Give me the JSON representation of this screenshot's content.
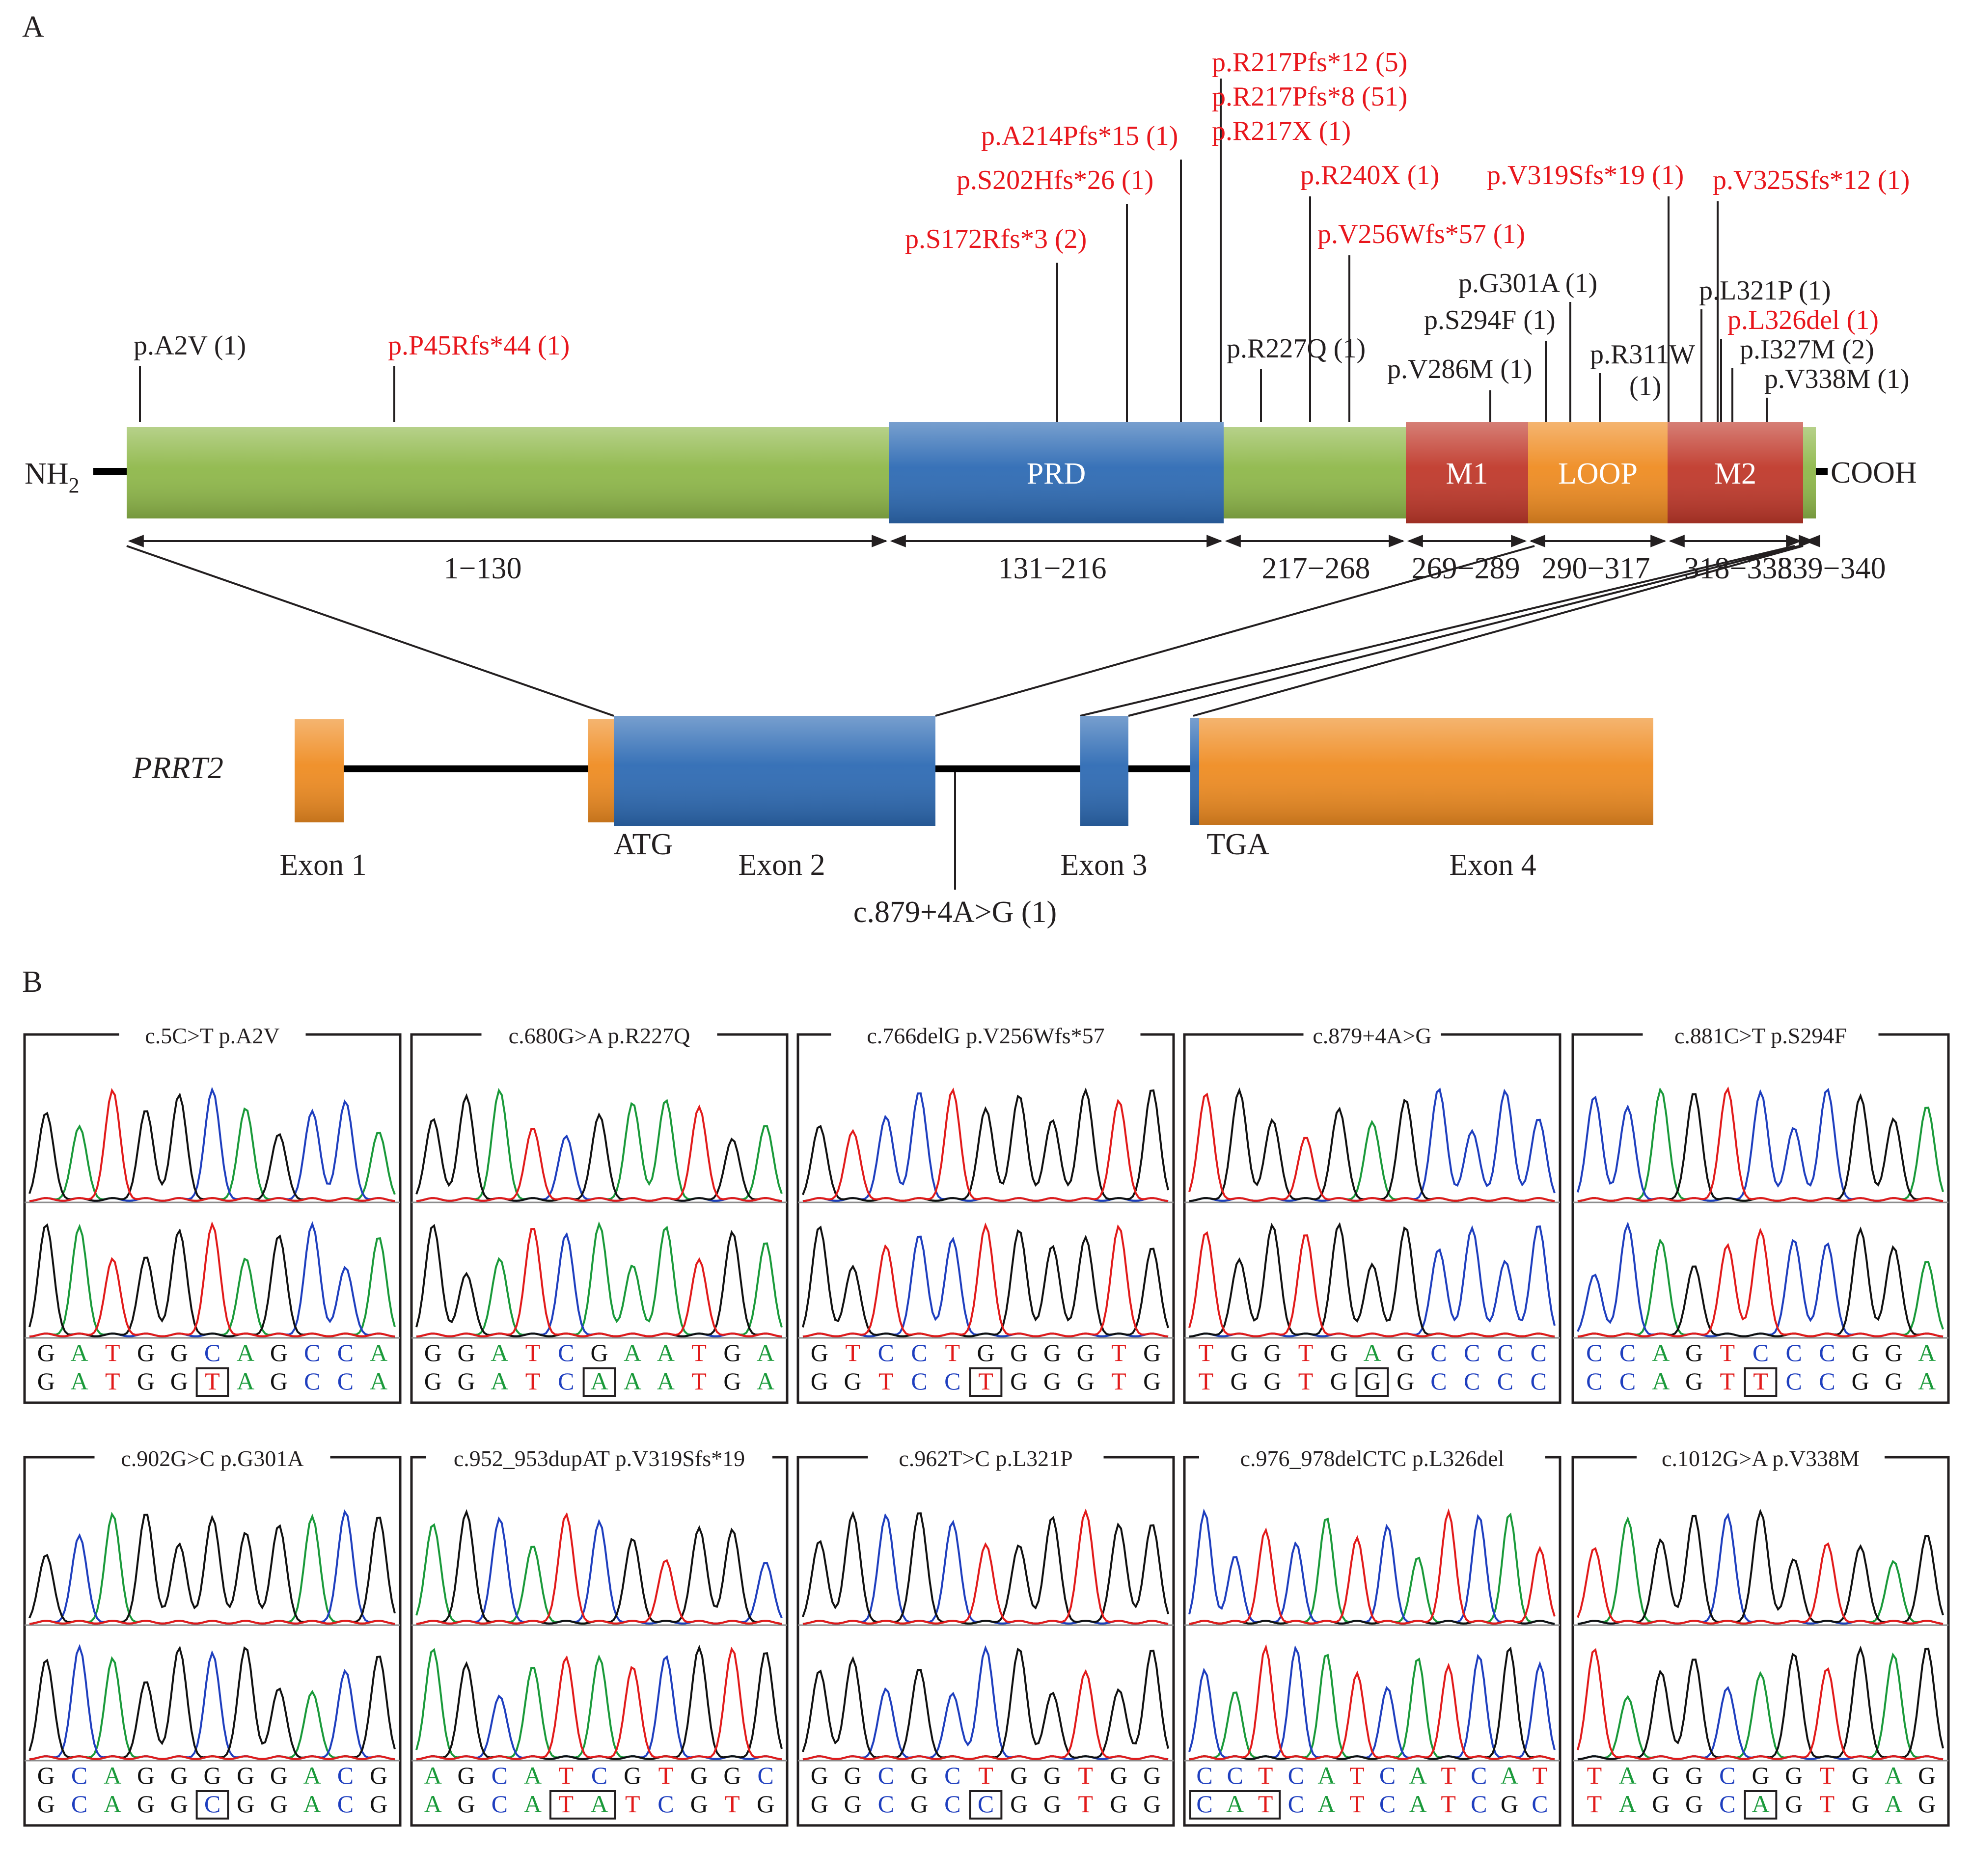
{
  "panel_labels": {
    "a": "A",
    "b": "B"
  },
  "termini": {
    "n_prefix": "NH",
    "n_sub": "2",
    "c": "COOH"
  },
  "domains": [
    {
      "label": "",
      "range": "1−130",
      "color": "#8fb84a"
    },
    {
      "label": "PRD",
      "range": "131−216",
      "color": "#2e6bb4"
    },
    {
      "label": "",
      "range": "217−268",
      "color": "#8fb84a"
    },
    {
      "label": "M1",
      "range": "269−289",
      "color": "#c0392b"
    },
    {
      "label": "LOOP",
      "range": "290−317",
      "color": "#ef8c22"
    },
    {
      "label": "M2",
      "range": "318−338",
      "color": "#c0392b"
    },
    {
      "label": "",
      "range": "339−340",
      "color": "#8fb84a"
    }
  ],
  "mutations": [
    {
      "text": "p.A2V (1)",
      "pos": 2,
      "color": "#231f20"
    },
    {
      "text": "p.P45Rfs*44 (1)",
      "pos": 45,
      "color": "#e8171d"
    },
    {
      "text": "p.S172Rfs*3 (2)",
      "pos": 172,
      "color": "#e8171d"
    },
    {
      "text": "p.S202Hfs*26 (1)",
      "pos": 202,
      "color": "#e8171d"
    },
    {
      "text": "p.A214Pfs*15 (1)",
      "pos": 214,
      "color": "#e8171d"
    },
    {
      "text": "p.R217Pfs*12 (5)",
      "pos": 217,
      "color": "#e8171d"
    },
    {
      "text": "p.R217Pfs*8 (51)",
      "pos": 217,
      "color": "#e8171d"
    },
    {
      "text": "p.R217X (1)",
      "pos": 217,
      "color": "#e8171d"
    },
    {
      "text": "p.R227Q (1)",
      "pos": 227,
      "color": "#231f20"
    },
    {
      "text": "p.R240X (1)",
      "pos": 240,
      "color": "#e8171d"
    },
    {
      "text": "p.V256Wfs*57 (1)",
      "pos": 256,
      "color": "#e8171d"
    },
    {
      "text": "p.V286M (1)",
      "pos": 286,
      "color": "#231f20"
    },
    {
      "text": "p.S294F (1)",
      "pos": 294,
      "color": "#231f20"
    },
    {
      "text": "p.G301A (1)",
      "pos": 301,
      "color": "#231f20"
    },
    {
      "text": "p.R311W",
      "pos": 311,
      "color": "#231f20"
    },
    {
      "text": "(1)",
      "pos": 311,
      "color": "#231f20"
    },
    {
      "text": "p.V319Sfs*19 (1)",
      "pos": 319,
      "color": "#e8171d"
    },
    {
      "text": "p.L321P (1)",
      "pos": 321,
      "color": "#231f20"
    },
    {
      "text": "p.V325Sfs*12 (1)",
      "pos": 325,
      "color": "#e8171d"
    },
    {
      "text": "p.L326del (1)",
      "pos": 326,
      "color": "#e8171d"
    },
    {
      "text": "p.I327M (2)",
      "pos": 327,
      "color": "#231f20"
    },
    {
      "text": "p.V338M (1)",
      "pos": 338,
      "color": "#231f20"
    }
  ],
  "gene": {
    "name": "PRRT2",
    "exons": [
      "Exon 1",
      "Exon 2",
      "Exon 3",
      "Exon 4"
    ],
    "start_codon": "ATG",
    "stop_codon": "TGA",
    "splice_variant": "c.879+4A>G (1)",
    "utr_color": "#ef8c22",
    "cds_color": "#2e6bb4"
  },
  "base_colors": {
    "A": "#1a9a3a",
    "C": "#1f3fbf",
    "G": "#111111",
    "T": "#e21b1b"
  },
  "chromatograms": [
    {
      "cdna": "c.5C>T",
      "protein": "p.A2V",
      "ref": "GATGGCAGCCA",
      "mut": "GATGGTAGCCA",
      "box": [
        5,
        6
      ]
    },
    {
      "cdna": "c.680G>A",
      "protein": "p.R227Q",
      "ref": "GGATCGAATGA",
      "mut": "GGATCAAATGA",
      "box": [
        5,
        6
      ]
    },
    {
      "cdna": "c.766delG",
      "protein": "p.V256Wfs*57",
      "ref": "GTCCTGGGGTG",
      "mut": "GGTCCTGGGTG",
      "box": [
        5,
        6
      ]
    },
    {
      "cdna": "c.879+4A>G",
      "protein": "",
      "ref": "TGGTGAGCCCC",
      "mut": "TGGTGGGCCCC",
      "box": [
        5,
        6
      ]
    },
    {
      "cdna": "c.881C>T",
      "protein": "p.S294F",
      "ref": "CCAGTCCCGGA",
      "mut": "CCAGTTCCGGA",
      "box": [
        5,
        6
      ]
    },
    {
      "cdna": "c.902G>C",
      "protein": "p.G301A",
      "ref": "GCAGGGGGACG",
      "mut": "GCAGGCGGACG",
      "box": [
        5,
        6
      ]
    },
    {
      "cdna": "c.952_953dupAT",
      "protein": "p.V319Sfs*19",
      "ref": "AGCATCGTGGC",
      "mut": "AGCATATCGTG",
      "box": [
        4,
        6
      ]
    },
    {
      "cdna": "c.962T>C",
      "protein": "p.L321P",
      "ref": "GGCGCTGGTGG",
      "mut": "GGCGCCGGTGG",
      "box": [
        5,
        6
      ]
    },
    {
      "cdna": "c.976_978delCTC",
      "protein": "p.L326del",
      "ref": "CCTCATCATCAT",
      "mut": "CATCATCATCGC",
      "box": [
        0,
        3
      ]
    },
    {
      "cdna": "c.1012G>A",
      "protein": "p.V338M",
      "ref": "TAGGCGGTGAG",
      "mut": "TAGGCAGTGAG",
      "box": [
        5,
        6
      ]
    }
  ]
}
